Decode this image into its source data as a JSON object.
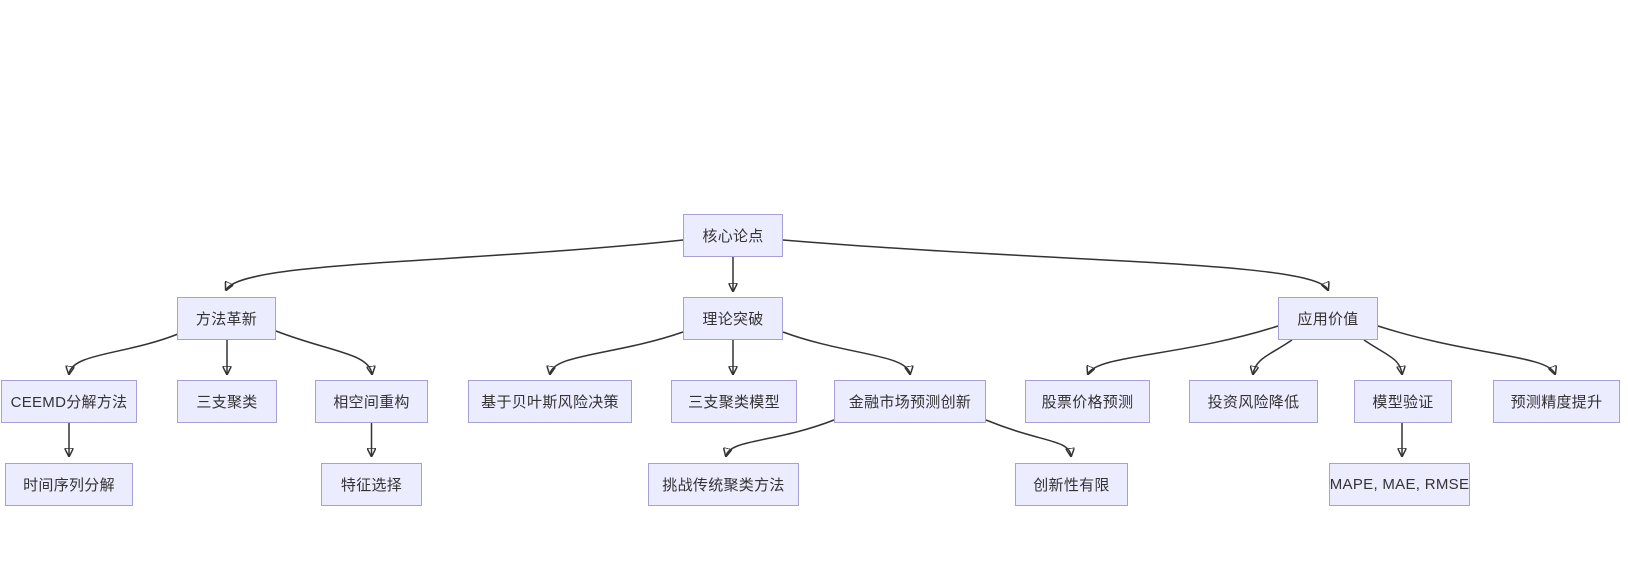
{
  "diagram": {
    "type": "flowchart-tree",
    "direction": "top-down",
    "colors": {
      "background": "#ffffff",
      "node_fill": "#ECECFF",
      "node_border": "#a5a0d8",
      "edge": "#333333",
      "text": "#333333"
    }
  },
  "nodes": {
    "root": {
      "label": "核心论点"
    },
    "method": {
      "label": "方法革新"
    },
    "theory": {
      "label": "理论突破"
    },
    "application": {
      "label": "应用价值"
    },
    "ceemd": {
      "label": "CEEMD分解方法"
    },
    "three_way": {
      "label": "三支聚类"
    },
    "phase_space": {
      "label": "相空间重构"
    },
    "bayes": {
      "label": "基于贝叶斯风险决策"
    },
    "three_way_model": {
      "label": "三支聚类模型"
    },
    "finance": {
      "label": "金融市场预测创新"
    },
    "stock": {
      "label": "股票价格预测"
    },
    "risk": {
      "label": "投资风险降低"
    },
    "validation": {
      "label": "模型验证"
    },
    "accuracy": {
      "label": "预测精度提升"
    },
    "time_series": {
      "label": "时间序列分解"
    },
    "feature": {
      "label": "特征选择"
    },
    "challenge": {
      "label": "挑战传统聚类方法"
    },
    "limited": {
      "label": "创新性有限"
    },
    "metrics": {
      "label": "MAPE, MAE, RMSE"
    }
  },
  "edges": [
    {
      "from": "root",
      "to": "method"
    },
    {
      "from": "root",
      "to": "theory"
    },
    {
      "from": "root",
      "to": "application"
    },
    {
      "from": "method",
      "to": "ceemd"
    },
    {
      "from": "method",
      "to": "three_way"
    },
    {
      "from": "method",
      "to": "phase_space"
    },
    {
      "from": "theory",
      "to": "bayes"
    },
    {
      "from": "theory",
      "to": "three_way_model"
    },
    {
      "from": "theory",
      "to": "finance"
    },
    {
      "from": "application",
      "to": "stock"
    },
    {
      "from": "application",
      "to": "risk"
    },
    {
      "from": "application",
      "to": "validation"
    },
    {
      "from": "application",
      "to": "accuracy"
    },
    {
      "from": "ceemd",
      "to": "time_series"
    },
    {
      "from": "phase_space",
      "to": "feature"
    },
    {
      "from": "finance",
      "to": "challenge"
    },
    {
      "from": "finance",
      "to": "limited"
    },
    {
      "from": "validation",
      "to": "metrics"
    }
  ]
}
